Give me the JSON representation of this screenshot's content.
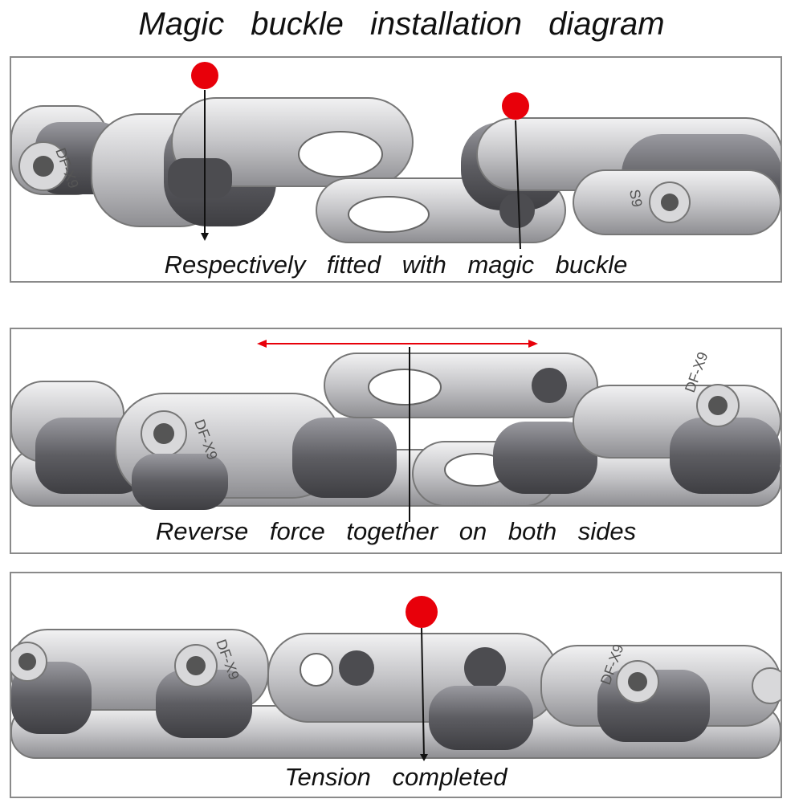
{
  "title": "Magic buckle installation diagram",
  "steps": [
    {
      "caption": "Respectively fitted with magic buckle"
    },
    {
      "caption": "Reverse force together on both sides"
    },
    {
      "caption": "Tension completed"
    }
  ],
  "link_marking": "DF-X9",
  "link_marking_alt": "S9",
  "colors": {
    "marker": "#e8000a",
    "arrow": "#e8000a",
    "chain": "#c9c9cb",
    "roller": "#6c6c70",
    "frame": "#8a8a8a"
  }
}
